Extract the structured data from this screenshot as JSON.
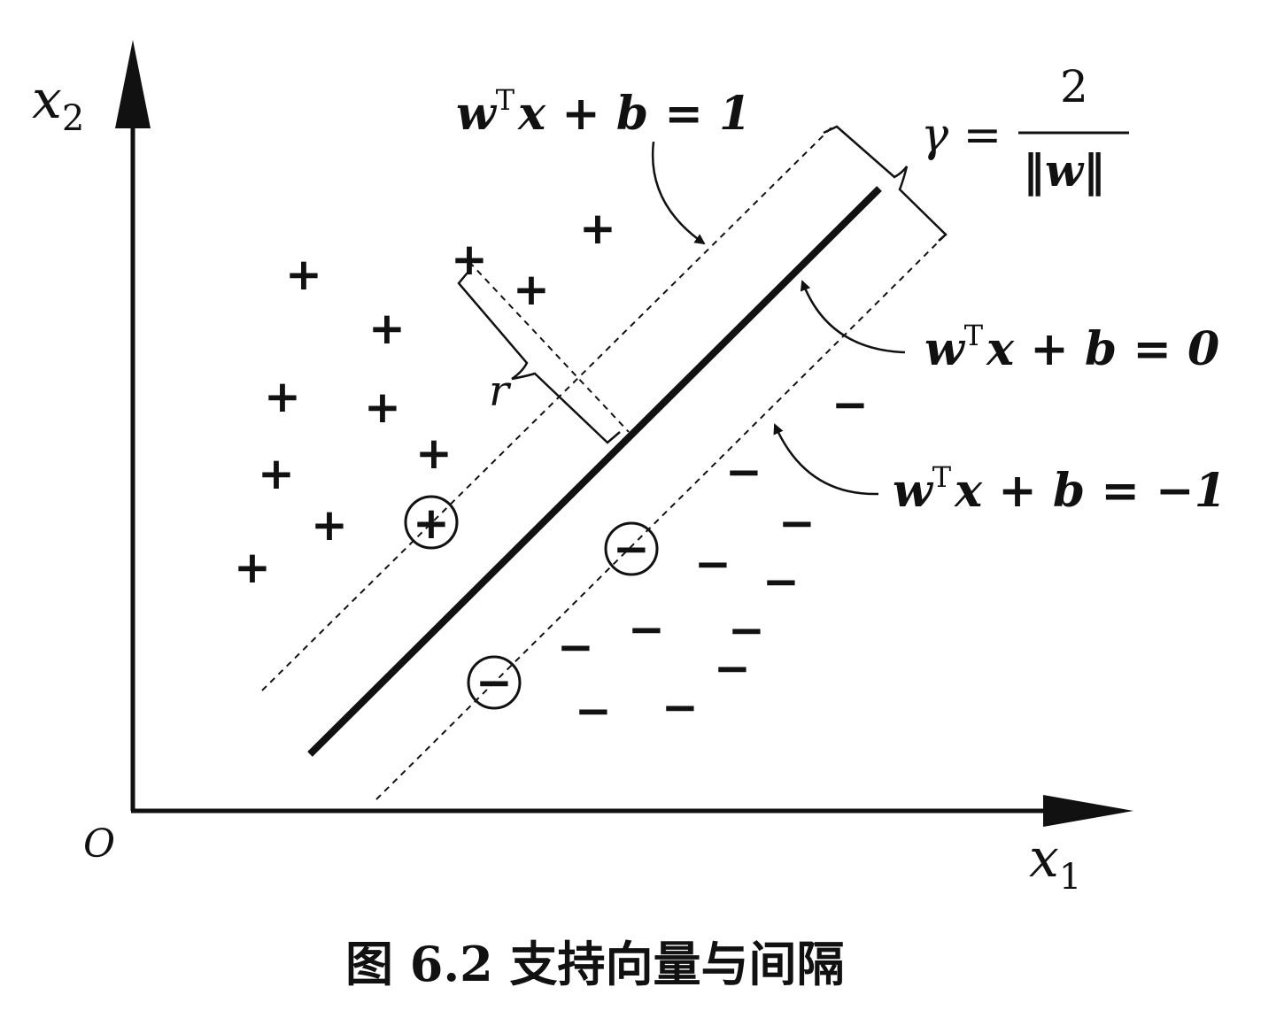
{
  "axes": {
    "x_label": "x",
    "x_sub": "1",
    "y_label": "x",
    "y_sub": "2",
    "origin": "O"
  },
  "labels": {
    "upper": {
      "w": "w",
      "sup": "T",
      "rest": "x + b = 1"
    },
    "middle": {
      "w": "w",
      "sup": "T",
      "rest": "x + b = 0"
    },
    "lower": {
      "w": "w",
      "sup": "T",
      "rest": "x + b = −1"
    },
    "gamma": {
      "lhs": "γ =",
      "num": "2",
      "den": "‖w‖"
    },
    "r": "r"
  },
  "markers": {
    "plus": "+",
    "minus": "−"
  },
  "caption": "图 6.2   支持向量与间隔"
}
